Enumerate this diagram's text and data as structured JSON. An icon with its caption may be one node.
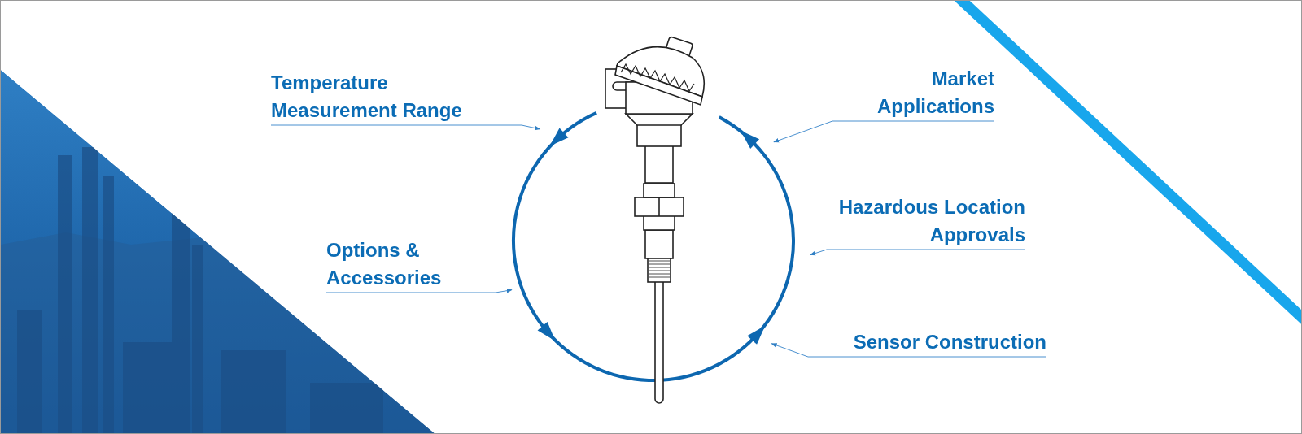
{
  "diagram": {
    "nodes": [
      {
        "text": [
          "Temperature Measurement Range"
        ]
      },
      {
        "text": [
          "Options & Accessories"
        ]
      },
      {
        "text": [
          "Market Applications"
        ]
      },
      {
        "text": [
          "Hazardous Location Approvals"
        ]
      },
      {
        "text": [
          "Sensor Construction"
        ]
      },
      {
        "text": [],
        "shape": "circle"
      },
      {
        "text": [],
        "shape": "picture"
      }
    ],
    "edges": [
      {
        "from": 0,
        "to": 5,
        "arrow": "to"
      },
      {
        "from": 1,
        "to": 5,
        "arrow": "to"
      },
      {
        "from": 2,
        "to": 5,
        "arrow": "to"
      },
      {
        "from": 3,
        "to": 5,
        "arrow": "to"
      },
      {
        "from": 4,
        "to": 5,
        "arrow": "to"
      }
    ]
  }
}
